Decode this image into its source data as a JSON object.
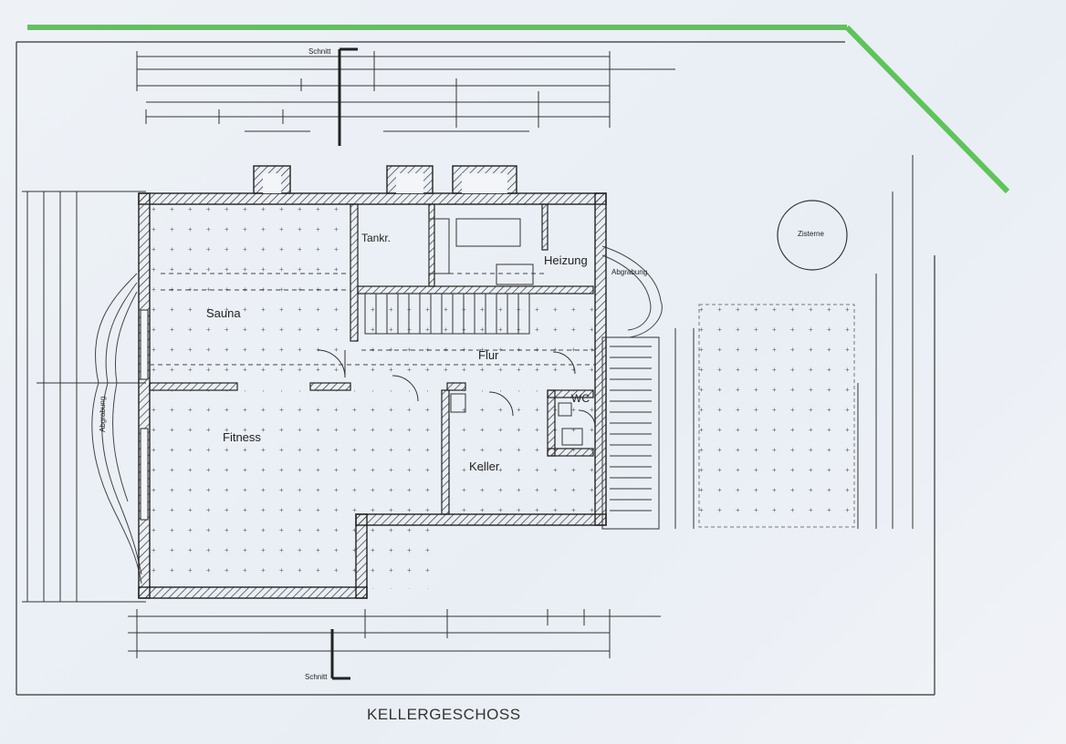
{
  "drawing": {
    "title": "KELLERGESCHOSS",
    "accent_color": "#5ec45a",
    "line_color": "#222222"
  },
  "rooms": {
    "sauna": "Sauna",
    "tankraum": "Tankr.",
    "heizung": "Heizung",
    "flur": "Flur",
    "fitness": "Fitness",
    "keller": "Keller",
    "wc": "WC"
  },
  "annotations": {
    "zisterne": "Zisterne",
    "abgrabung": "Abgrabung",
    "schnitt": "Schnitt"
  }
}
